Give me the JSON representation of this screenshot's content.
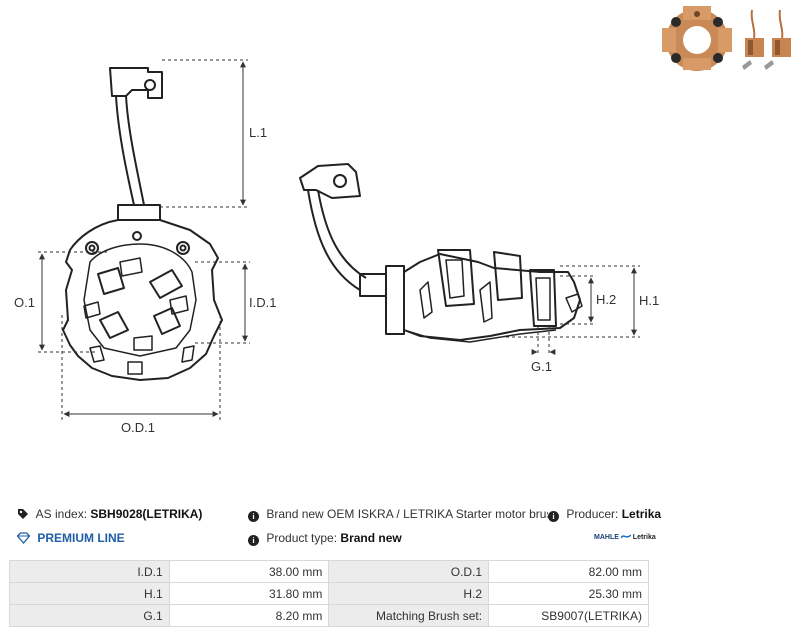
{
  "drawing_labels": {
    "l1": "L.1",
    "o1": "O.1",
    "id1": "I.D.1",
    "od1": "O.D.1",
    "h1": "H.1",
    "h2": "H.2",
    "g1": "G.1"
  },
  "info": {
    "as_index_label": "AS index:",
    "as_index_value": "SBH9028(LETRIKA)",
    "description": "Brand new OEM ISKRA / LETRIKA Starter motor brush holder",
    "producer_label": "Producer:",
    "producer_value": "Letrika",
    "premium_line": "PREMIUM LINE",
    "product_type_label": "Product type:",
    "product_type_value": "Brand new",
    "brand_logo_left": "MAHLE",
    "brand_logo_right": "Letrika"
  },
  "specs": [
    {
      "k1": "I.D.1",
      "v1": "38.00 mm",
      "k2": "O.D.1",
      "v2": "82.00 mm"
    },
    {
      "k1": "H.1",
      "v1": "31.80 mm",
      "k2": "H.2",
      "v2": "25.30 mm"
    },
    {
      "k1": "G.1",
      "v1": "8.20 mm",
      "k2": "Matching Brush set:",
      "v2": "SB9007(LETRIKA)"
    }
  ]
}
